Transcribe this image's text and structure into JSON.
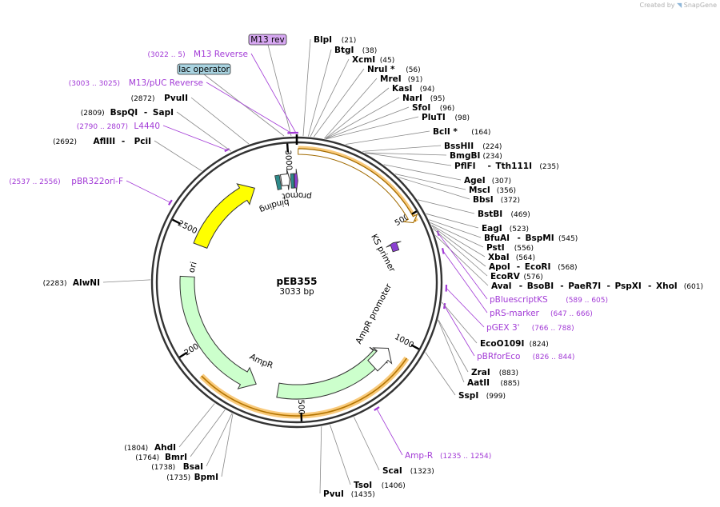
{
  "credit": {
    "prefix": "Created by",
    "brand": "SnapGene"
  },
  "plasmid": {
    "name": "pEB355",
    "length": 3033,
    "length_label": "3033 bp"
  },
  "ticks": [
    {
      "pos": 500,
      "label": "500"
    },
    {
      "pos": 1000,
      "label": "1000"
    },
    {
      "pos": 1500,
      "label": "1500"
    },
    {
      "pos": 2000,
      "label": "2000"
    },
    {
      "pos": 2500,
      "label": "2500"
    },
    {
      "pos": 3000,
      "label": "3000"
    }
  ],
  "colors": {
    "backbone": "#333333",
    "enzyme_line": "#888888",
    "primer": "#a23ad6",
    "promoter_fill": "#ffffff",
    "ori_fill": "#ffff00",
    "ampr_fill": "#ccffcc",
    "halo": "#f5a623",
    "lacop": "#a9d3e0",
    "cap": "#2d8a8a",
    "m13rev_box": "#d7a8f2"
  },
  "enzymes": [
    {
      "name": "BlpI",
      "pos": 21,
      "pos_label": "(21)",
      "side": "right"
    },
    {
      "name": "BtgI",
      "pos": 38,
      "pos_label": "(38)",
      "side": "right"
    },
    {
      "name": "XcmI",
      "pos": 45,
      "pos_label": "(45)",
      "side": "right"
    },
    {
      "name": "NruI *",
      "pos": 56,
      "pos_label": "(56)",
      "side": "right"
    },
    {
      "name": "MreI",
      "pos": 91,
      "pos_label": "(91)",
      "side": "right"
    },
    {
      "name": "KasI",
      "pos": 94,
      "pos_label": "(94)",
      "side": "right"
    },
    {
      "name": "NarI",
      "pos": 95,
      "pos_label": "(95)",
      "side": "right"
    },
    {
      "name": "SfoI",
      "pos": 96,
      "pos_label": "(96)",
      "side": "right"
    },
    {
      "name": "PluTI",
      "pos": 98,
      "pos_label": "(98)",
      "side": "right"
    },
    {
      "name": "BclI *",
      "pos": 164,
      "pos_label": "(164)",
      "side": "right"
    },
    {
      "name": "BssHII",
      "pos": 224,
      "pos_label": "(224)",
      "side": "right"
    },
    {
      "name": "BmgBI",
      "pos": 234,
      "pos_label": "(234)",
      "side": "right"
    },
    {
      "name": "PflFI - Tth111I",
      "pos": 235,
      "pos_label": "(235)",
      "side": "right"
    },
    {
      "name": "AgeI",
      "pos": 307,
      "pos_label": "(307)",
      "side": "right"
    },
    {
      "name": "MscI",
      "pos": 356,
      "pos_label": "(356)",
      "side": "right"
    },
    {
      "name": "BbsI",
      "pos": 372,
      "pos_label": "(372)",
      "side": "right"
    },
    {
      "name": "BstBI",
      "pos": 469,
      "pos_label": "(469)",
      "side": "right"
    },
    {
      "name": "EagI",
      "pos": 523,
      "pos_label": "(523)",
      "side": "right"
    },
    {
      "name": "BfuAI - BspMI",
      "pos": 545,
      "pos_label": "(545)",
      "side": "right"
    },
    {
      "name": "PstI",
      "pos": 556,
      "pos_label": "(556)",
      "side": "right"
    },
    {
      "name": "XbaI",
      "pos": 564,
      "pos_label": "(564)",
      "side": "right"
    },
    {
      "name": "ApoI - EcoRI",
      "pos": 568,
      "pos_label": "(568)",
      "side": "right"
    },
    {
      "name": "EcoRV",
      "pos": 576,
      "pos_label": "(576)",
      "side": "right"
    },
    {
      "name": "AvaI - BsoBI - PaeR7I - PspXI - XhoI",
      "pos": 601,
      "pos_label": "(601)",
      "side": "right"
    },
    {
      "name": "EcoO109I",
      "pos": 824,
      "pos_label": "(824)",
      "side": "right"
    },
    {
      "name": "ZraI",
      "pos": 883,
      "pos_label": "(883)",
      "side": "right"
    },
    {
      "name": "AatII",
      "pos": 885,
      "pos_label": "(885)",
      "side": "right"
    },
    {
      "name": "SspI",
      "pos": 999,
      "pos_label": "(999)",
      "side": "right"
    },
    {
      "name": "ScaI",
      "pos": 1323,
      "pos_label": "(1323)",
      "side": "right"
    },
    {
      "name": "TsoI",
      "pos": 1406,
      "pos_label": "(1406)",
      "side": "right"
    },
    {
      "name": "PvuI",
      "pos": 1435,
      "pos_label": "(1435)",
      "side": "right"
    },
    {
      "name": "BpmI",
      "pos": 1735,
      "pos_label": "(1735)",
      "side": "left"
    },
    {
      "name": "BsaI",
      "pos": 1738,
      "pos_label": "(1738)",
      "side": "left"
    },
    {
      "name": "BmrI",
      "pos": 1764,
      "pos_label": "(1764)",
      "side": "left"
    },
    {
      "name": "AhdI",
      "pos": 1804,
      "pos_label": "(1804)",
      "side": "left"
    },
    {
      "name": "AlwNI",
      "pos": 2283,
      "pos_label": "(2283)",
      "side": "left"
    },
    {
      "name": "AflIII - PciI",
      "pos": 2692,
      "pos_label": "(2692)",
      "side": "left"
    },
    {
      "name": "BspQI - SapI",
      "pos": 2809,
      "pos_label": "(2809)",
      "side": "left"
    },
    {
      "name": "PvuII",
      "pos": 2872,
      "pos_label": "(2872)",
      "side": "left"
    }
  ],
  "primers": [
    {
      "name": "M13 Reverse",
      "range_label": "(3022 .. 5)",
      "start": 3022,
      "end": 5,
      "side": "left"
    },
    {
      "name": "M13/pUC Reverse",
      "range_label": "(3003 .. 3025)",
      "start": 3003,
      "end": 3025,
      "side": "left"
    },
    {
      "name": "L4440",
      "range_label": "(2790 .. 2807)",
      "start": 2790,
      "end": 2807,
      "side": "left"
    },
    {
      "name": "pBR322ori-F",
      "range_label": "(2537 .. 2556)",
      "start": 2537,
      "end": 2556,
      "side": "left"
    },
    {
      "name": "pBluescriptKS",
      "range_label": "(589 .. 605)",
      "start": 589,
      "end": 605,
      "side": "right"
    },
    {
      "name": "pRS-marker",
      "range_label": "(647 .. 666)",
      "start": 647,
      "end": 666,
      "side": "right"
    },
    {
      "name": "pGEX 3'",
      "range_label": "(766 .. 788)",
      "start": 766,
      "end": 788,
      "side": "right"
    },
    {
      "name": "pBRforEco",
      "range_label": "(826 .. 844)",
      "start": 826,
      "end": 844,
      "side": "right"
    },
    {
      "name": "Amp-R",
      "range_label": "(1235 .. 1254)",
      "start": 1235,
      "end": 1254,
      "side": "right"
    }
  ],
  "features": {
    "m13_rev_box": "M13 rev",
    "lac_operator_box": "lac operator",
    "lac_promoter": "lac promoter",
    "cap_site": "CAP binding site",
    "ks_primer": "KS primer",
    "ori": "ori",
    "ampr": "AmpR",
    "ampr_promoter": "AmpR promoter"
  }
}
